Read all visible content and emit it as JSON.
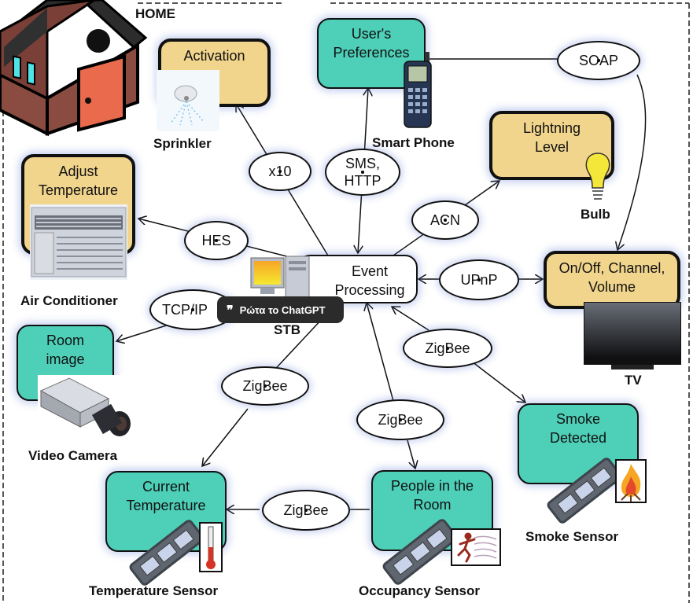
{
  "title": "HOME",
  "center": {
    "label": "Event Processing",
    "device": "STB"
  },
  "nodes": {
    "activation": {
      "text": "Activation",
      "device": "Sprinkler"
    },
    "users_prefs": {
      "text": "User's Preferences",
      "device": "Smart Phone"
    },
    "lightning": {
      "text": "Lightning Level",
      "device": "Bulb"
    },
    "adjust_temp": {
      "text": "Adjust Temperature",
      "device": "Air Conditioner"
    },
    "tv_controls": {
      "text": "On/Off, Channel, Volume",
      "device": "TV"
    },
    "room_image": {
      "text": "Room image",
      "device": "Video Camera"
    },
    "smoke": {
      "text": "Smoke Detected",
      "device": "Smoke Sensor"
    },
    "current_temp": {
      "text": "Current Temperature",
      "device": "Temperature Sensor"
    },
    "people": {
      "text": "People in the Room",
      "device": "Occupancy Sensor"
    }
  },
  "protocols": {
    "x10": "x10",
    "sms_http": "SMS, HTTP",
    "soap": "SOAP",
    "acn": "ACN",
    "hes": "HES",
    "upnp": "UPnP",
    "tcpip": "TCP/IP",
    "zigbee_smoke": "ZigBee",
    "zigbee_temp": "ZigBee",
    "zigbee_occ": "ZigBee",
    "zigbee_link": "ZigBee"
  },
  "tooltip": {
    "icon": "quote-icon",
    "text": "Ρώτα το ChatGPT"
  },
  "colors": {
    "device_node": "#f1d58d",
    "sensor_node": "#4ecfb8",
    "frame_border": "#444444"
  }
}
